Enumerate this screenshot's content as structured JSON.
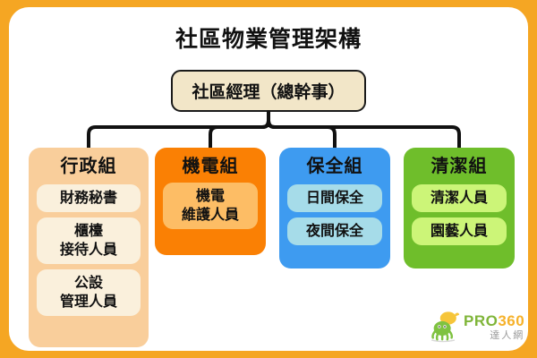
{
  "title": "社區物業管理架構",
  "root": {
    "label": "社區經理（總幹事）"
  },
  "columns": [
    {
      "id": "admin",
      "title": "行政組",
      "color": "#F9CE9B",
      "leaf_color": "#FAF0DC",
      "leaves": [
        {
          "lines": [
            "財務秘書"
          ]
        },
        {
          "lines": [
            "櫃檯",
            "接待人員"
          ]
        },
        {
          "lines": [
            "公設",
            "管理人員"
          ]
        }
      ]
    },
    {
      "id": "mech",
      "title": "機電組",
      "color": "#FA8004",
      "leaf_color": "#FDBD65",
      "leaves": [
        {
          "lines": [
            "機電",
            "維護人員"
          ]
        }
      ]
    },
    {
      "id": "security",
      "title": "保全組",
      "color": "#3E9BF0",
      "leaf_color": "#A6DCE9",
      "leaves": [
        {
          "lines": [
            "日間保全"
          ]
        },
        {
          "lines": [
            "夜間保全"
          ]
        }
      ]
    },
    {
      "id": "cleaning",
      "title": "清潔組",
      "color": "#6FBE2B",
      "leaf_color": "#CCF578",
      "leaves": [
        {
          "lines": [
            "清潔人員"
          ]
        },
        {
          "lines": [
            "園藝人員"
          ]
        }
      ]
    }
  ],
  "logo": {
    "primary_pro": "PRO",
    "primary_num": "360",
    "secondary": "達人網",
    "mark": "octopus-mascot-icon"
  },
  "theme": {
    "frame_border": "#F5A623",
    "canvas": "#FFFFFF",
    "root_fill": "#F2E6C8",
    "root_stroke": "#1A1A1A",
    "connector": "#111111",
    "text": "#111111"
  }
}
